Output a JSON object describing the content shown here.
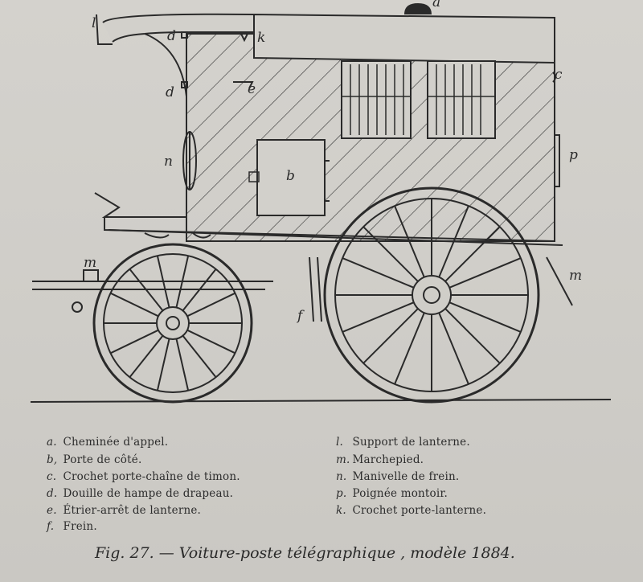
{
  "labels": {
    "a": "a",
    "b": "b",
    "c": "c",
    "d": "d",
    "e": "e",
    "f": "f",
    "k": "k",
    "l": "l",
    "m": "m",
    "n": "n",
    "p": "p"
  },
  "legend_left": [
    {
      "key": "a.",
      "text": "Cheminée d'appel."
    },
    {
      "key": "b,",
      "text": "Porte de côté."
    },
    {
      "key": "c.",
      "text": "Crochet porte-chaîne de timon."
    },
    {
      "key": "d.",
      "text": "Douille de hampe de drapeau."
    },
    {
      "key": "e.",
      "text": "Étrier-arrêt de lanterne."
    },
    {
      "key": "f.",
      "text": "Frein."
    }
  ],
  "legend_right": [
    {
      "key": "l.",
      "text": "Support de lanterne."
    },
    {
      "key": "m.",
      "text": "Marchepied."
    },
    {
      "key": "n.",
      "text": "Manivelle de frein."
    },
    {
      "key": "p.",
      "text": "Poignée montoir."
    },
    {
      "key": "k.",
      "text": "Crochet porte-lanterne."
    }
  ],
  "caption": "Fig. 27. — Voiture-poste télégraphique , modèle 1884."
}
